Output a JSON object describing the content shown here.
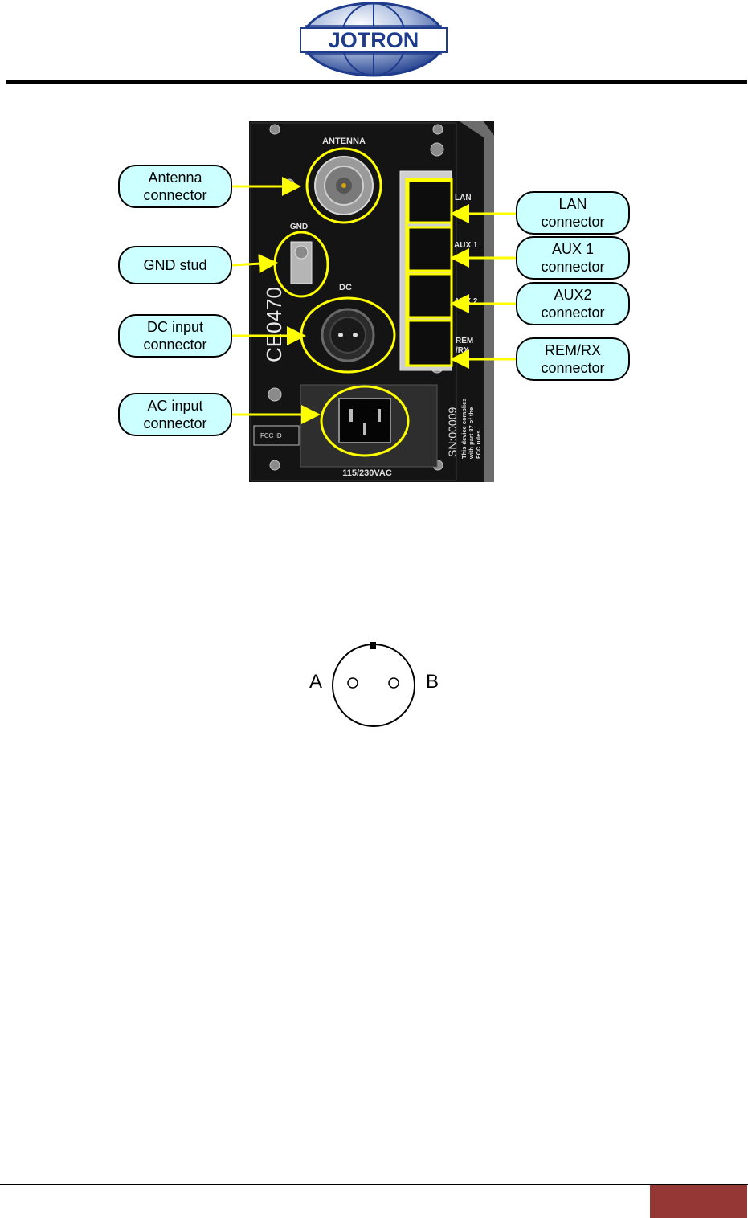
{
  "header": {
    "logo_text": "JOTRON",
    "colors": {
      "logo_blue": "#1f3c8c",
      "logo_light": "#aebfe0",
      "rule": "#000000"
    }
  },
  "panel": {
    "labels": {
      "antenna": "ANTENNA",
      "gnd": "GND",
      "dc": "DC",
      "lan": "LAN",
      "aux1": "AUX 1",
      "aux2": "AUX 2",
      "rem1": "REM",
      "rem2": "/RX",
      "ce": "CE0470",
      "fcc_id": "FCC ID",
      "sn": "SN:00009",
      "compliance_1": "This device complies",
      "compliance_2": "with part 87 of the",
      "compliance_3": "FCC rules.",
      "voltage": "115/230VAC"
    },
    "colors": {
      "panel": "#141414",
      "highlight": "#ffff00",
      "callout_fill": "#ccffff"
    }
  },
  "callouts": {
    "antenna": [
      "Antenna",
      "connector"
    ],
    "gnd": [
      "GND stud"
    ],
    "dc": [
      "DC input",
      "connector"
    ],
    "ac": [
      "AC input",
      "connector"
    ],
    "lan": [
      "LAN",
      "connector"
    ],
    "aux1": [
      "AUX 1",
      "connector"
    ],
    "aux2": [
      "AUX2",
      "connector"
    ],
    "remrx": [
      "REM/RX",
      "connector"
    ]
  },
  "connector_diagram": {
    "pin_a": "A",
    "pin_b": "B"
  },
  "footer": {
    "colors": {
      "page_box": "#953735"
    }
  }
}
